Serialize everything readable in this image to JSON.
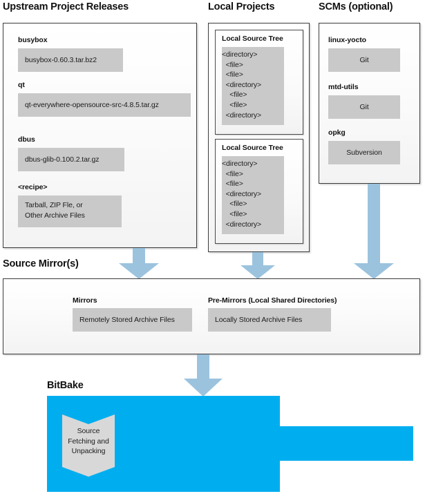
{
  "colors": {
    "arrow_blue": "#9CC3DE",
    "bitbake_blue": "#00AEEF",
    "chip_grey": "#C9C9C9",
    "panel_border": "#3B3B3B",
    "text": "#111111"
  },
  "sections": {
    "upstream": {
      "title": "Upstream Project Releases",
      "items": [
        {
          "label": "busybox",
          "value": "busybox-0.60.3.tar.bz2"
        },
        {
          "label": "qt",
          "value": "qt-everywhere-opensource-src-4.8.5.tar.gz"
        },
        {
          "label": "dbus",
          "value": "dbus-glib-0.100.2.tar.gz"
        },
        {
          "label": "<recipe>",
          "value_line1": "Tarball, ZIP Fle, or",
          "value_line2": "Other Archive Files"
        }
      ]
    },
    "local_projects": {
      "title": "Local Projects",
      "trees": [
        {
          "label": "Local Source Tree",
          "rows": [
            "<directory>",
            "  <file>",
            "  <file>",
            "  <directory>",
            "    <file>",
            "    <file>",
            "  <directory>"
          ]
        },
        {
          "label": "Local Source Tree",
          "rows": [
            "<directory>",
            "  <file>",
            "  <file>",
            "  <directory>",
            "    <file>",
            "    <file>",
            "  <directory>"
          ]
        }
      ]
    },
    "scms": {
      "title": "SCMs (optional)",
      "items": [
        {
          "label": "linux-yocto",
          "value": "Git"
        },
        {
          "label": "mtd-utils",
          "value": "Git"
        },
        {
          "label": "opkg",
          "value": "Subversion"
        }
      ]
    },
    "source_mirrors": {
      "title": "Source Mirror(s)",
      "items": [
        {
          "label": "Mirrors",
          "value": "Remotely Stored Archive Files"
        },
        {
          "label": "Pre-Mirrors (Local Shared Directories)",
          "value": "Locally Stored Archive Files"
        }
      ]
    },
    "bitbake": {
      "title": "BitBake",
      "process": {
        "line1": "Source",
        "line2": "Fetching and",
        "line3": "Unpacking"
      }
    }
  }
}
